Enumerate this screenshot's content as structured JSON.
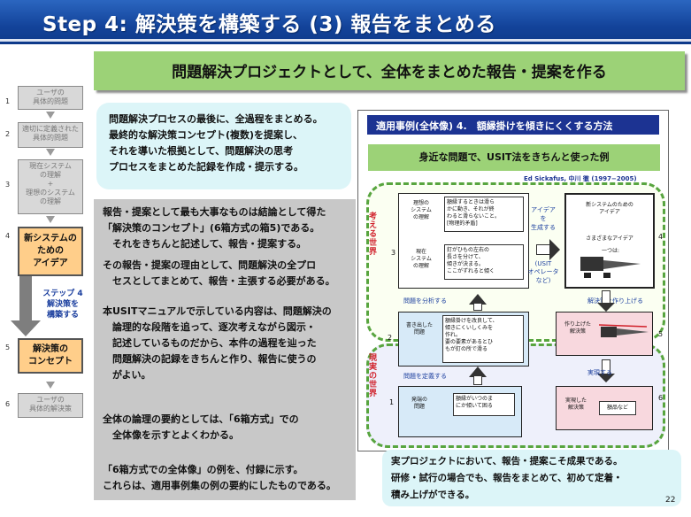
{
  "title": "Step 4:  解決策を構築する  (3)  報告をまとめる",
  "banner": "問題解決プロジェクトとして、全体をまとめた報告・提案を作る",
  "flow": {
    "steps": [
      {
        "num": "1",
        "label": "ユーザの\n具体的問題"
      },
      {
        "num": "2",
        "label": "適切に定義された\n具体的問題"
      },
      {
        "num": "3",
        "label": "現在システム\nの理解\n+\n理想のシステム\nの理解"
      },
      {
        "num": "4",
        "label": "新システムの\nための\nアイデア"
      },
      {
        "num": "5",
        "label": "解決策の\nコンセプト"
      },
      {
        "num": "6",
        "label": "ユーザの\n具体的解決策"
      }
    ],
    "step4_note": "ステップ 4\n解決策を\n構築する"
  },
  "intro": "問題解決プロセスの最後に、全過程をまとめる。\n最終的な解決策コンセプト(複数)を提案し、\nそれを導いた根拠として、問題解決の思考\nプロセスをまとめた記録を作成・提示する。",
  "body": {
    "p1": "報告・提案として最も大事なものは結論として得た\n「解決策のコンセプト」(6箱方式の箱5)である。\n　それをきちんと記述して、報告・提案する。",
    "p2": "その報告・提案の理由として、問題解決の全プロ\n　セスとしてまとめて、報告・主張する必要がある。",
    "p3": "本USITマニュアルで示している内容は、問題解決の\n　論理的な段階を追って、逐次考えながら図示・\n　記述しているものだから、本件の過程を辿った\n　問題解決の記録をきちんと作り、報告に使うの\n　がよい。",
    "p4": "全体の論理の要約としては、「6箱方式」での\n　全体像を示すとよくわかる。",
    "p5": "「6箱方式での全体像」の例を、付録に示す。\nこれらは、適用事例集の例の要約にしたものである。"
  },
  "case": {
    "header": "適用事例(全体像) 4.　額縁掛けを傾きにくくする方法",
    "subtitle": "身近な問題で、USIT法をきちんと使った例",
    "author": "Ed Sickafus, 中川 徹  (1997−2005)",
    "thinking_world": "考える世界",
    "real_world": "現実の世界",
    "box_ideal_title": "理想の\nシステム\nの理解",
    "box_ideal_text": "額縁するときは滑ら\nかに動き、それが終\nわると滑らないこと。\n[物理的矛盾]",
    "box_current_title": "現在\nシステム\nの理解",
    "box_current_text": "釘がひもの左右の\n長さを分けて、\n傾きが決まる。\nここがずれると傾く",
    "arrow_idea": "アイデア\nを\n生成する",
    "usit_operator": "(USIT\nオペレータ\nなど)",
    "box_newsys_title": "新システムのための\nアイデア",
    "box_newsys_text": "さまざまなアイデア",
    "box_newsys_one": "一つは:",
    "analyze": "問題を分析する",
    "build": "解決策を作り上げる",
    "box_written_title": "書き出した\n問題",
    "box_written_text": "額縁掛けを改良して、\n傾きにくいしくみを\n作れ。\n要の要素があるとひ\nもが釘の所で滑る",
    "box_final_title": "作り上げた\n解決策",
    "define": "問題を定義する",
    "realize": "実現する",
    "box_origin_title": "発端の\n問題",
    "box_origin_text": "額縁がいつのま\nにか傾いて困る",
    "box_real_title": "実現した\n解決策",
    "box_real_text": "額品など",
    "nums": [
      "1",
      "2",
      "3",
      "4",
      "5",
      "6"
    ]
  },
  "bottom": "実プロジェクトにおいて、報告・提案こそ成果である。\n研修・試行の場合でも、報告をまとめて、初めて定着・\n積み上げができる。",
  "page_number": "22",
  "colors": {
    "title_bg": "#13439a",
    "green": "#9cd277",
    "cyan": "#dcf5f8",
    "gray": "#c8c8c8",
    "orange": "#ffce8a",
    "red": "#d0202a",
    "navy": "#1c3392"
  }
}
